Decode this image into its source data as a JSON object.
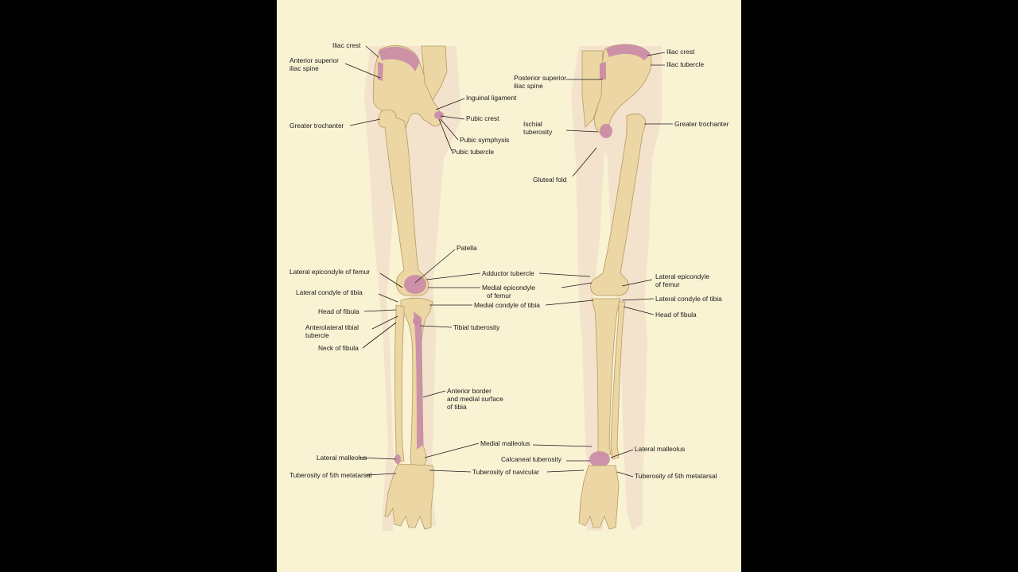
{
  "labels": {
    "anterior": {
      "iliac_crest": "Iliac crest",
      "asis_1": "Anterior superior",
      "asis_2": "iliac spine",
      "inguinal_ligament": "Inguinal ligament",
      "pubic_crest": "Pubic crest",
      "greater_trochanter": "Greater trochanter",
      "pubic_symphysis": "Pubic symphysis",
      "pubic_tubercle": "Pubic tubercle",
      "patella": "Patella",
      "lateral_epicondyle_femur": "Lateral epicondyle of femur",
      "adductor_tubercle": "Adductor tubercle",
      "medial_epicondyle_1": "Medial epicondyle",
      "medial_epicondyle_2": "of femur",
      "lateral_condyle_tibia": "Lateral condyle of tibia",
      "medial_condyle_tibia": "Medial condyle of tibia",
      "head_of_fibula": "Head of fibula",
      "anterolateral_1": "Anterolateral tibial",
      "anterolateral_2": "tubercle",
      "tibial_tuberosity": "Tibial tuberosity",
      "neck_of_fibula": "Neck of fibula",
      "anterior_border_1": "Anterior border",
      "anterior_border_2": "and medial surface",
      "anterior_border_3": "of tibia",
      "medial_malleolus": "Medial malleolus",
      "lateral_malleolus": "Lateral malleolus",
      "calcaneal_tuberosity": "Calcaneal tuberosity",
      "tuberosity_5th_metatarsal": "Tuberosity of 5th metatarsal",
      "tuberosity_navicular": "Tuberosity of navicular"
    },
    "posterior": {
      "iliac_crest": "Iliac crest",
      "iliac_tubercle": "Iliac tubercle",
      "psis_1": "Posterior superior",
      "psis_2": "iliac spine",
      "ischial_1": "Ischial",
      "ischial_2": "tuberosity",
      "greater_trochanter": "Greater trochanter",
      "gluteal_fold": "Gluteal fold",
      "lateral_epicondyle_1": "Lateral epicondyle",
      "lateral_epicondyle_2": "of femur",
      "lateral_condyle_tibia": "Lateral condyle of tibia",
      "head_of_fibula": "Head of fibula",
      "lateral_malleolus": "Lateral malleolus",
      "tuberosity_5th_metatarsal": "Tuberosity of 5th metatarsal"
    }
  },
  "colors": {
    "background": "#f9f2d3",
    "frame": "#000000",
    "skin": "#f3e3cc",
    "bone": "#ecd6a4",
    "highlight": "#c989a6"
  }
}
